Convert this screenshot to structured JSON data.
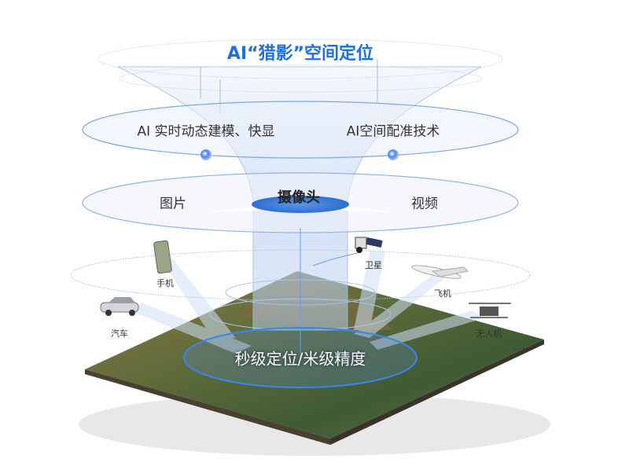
{
  "title": "AI“猎影”空间定位",
  "layer_tech": {
    "left": "AI 实时动态建模、快显",
    "right": "AI空间配准技术"
  },
  "layer_media": {
    "left": "图片",
    "center": "摄像头",
    "right": "视频"
  },
  "devices": [
    {
      "label": "手机",
      "icon": "phone-icon"
    },
    {
      "label": "卫星",
      "icon": "satellite-icon"
    },
    {
      "label": "飞机",
      "icon": "airplane-icon"
    },
    {
      "label": "汽车",
      "icon": "car-icon"
    },
    {
      "label": "无人机",
      "icon": "drone-icon"
    }
  ],
  "more": "......",
  "result": "秒级定位/米级精度",
  "colors": {
    "accent": "#1f6fe3",
    "ring": "#7aa7e8"
  }
}
